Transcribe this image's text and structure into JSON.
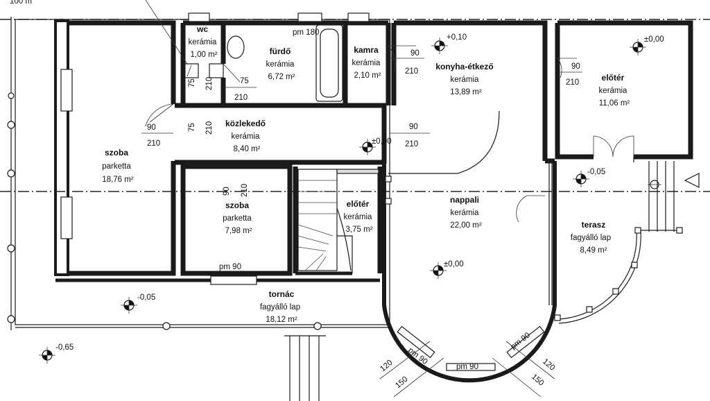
{
  "rooms": [
    {
      "id": "wc",
      "name": "wc",
      "material": "kerámia",
      "area": "1,00 m²"
    },
    {
      "id": "furdo",
      "name": "fürdő",
      "material": "kerámia",
      "area": "6,72 m²"
    },
    {
      "id": "kamra",
      "name": "kamra",
      "material": "kerámia",
      "area": "2,10 m²"
    },
    {
      "id": "konyha",
      "name": "konyha-étkező",
      "material": "kerámia",
      "area": "13,89 m²"
    },
    {
      "id": "eloter-right",
      "name": "előtér",
      "material": "kerámia",
      "area": "11,06 m²"
    },
    {
      "id": "kozlekedo",
      "name": "közlekedő",
      "material": "kerámia",
      "area": "8,40 m²"
    },
    {
      "id": "szoba-left",
      "name": "szoba",
      "material": "parketta",
      "area": "18,76 m²"
    },
    {
      "id": "szoba-mid",
      "name": "szoba",
      "material": "parketta",
      "area": "7,98 m²"
    },
    {
      "id": "eloter-mid",
      "name": "előtér",
      "material": "kerámia",
      "area": "3,75 m²"
    },
    {
      "id": "nappali",
      "name": "nappali",
      "material": "kerámia",
      "area": "22,00 m²"
    },
    {
      "id": "terasz",
      "name": "terasz",
      "material": "fagyálló lap",
      "area": "8,49 m²"
    },
    {
      "id": "tornac",
      "name": "tornác",
      "material": "fagyálló lap",
      "area": "18,12 m²"
    }
  ],
  "levels": [
    {
      "id": "konyha",
      "value": "+0,10"
    },
    {
      "id": "eloter-right",
      "value": "±0,00"
    },
    {
      "id": "kozlekedo",
      "value": "±0,00"
    },
    {
      "id": "terasz",
      "value": "-0,05"
    },
    {
      "id": "nappali",
      "value": "±0,00"
    },
    {
      "id": "tornac",
      "value": "-0,05"
    },
    {
      "id": "outside",
      "value": "-0,65"
    }
  ],
  "dimensions": {
    "pm180": "pm 180",
    "d90_kamra": "90",
    "d210_kamra": "210",
    "d90_eloter": "90",
    "d210_eloter": "210",
    "d75_wc": "75",
    "d210_wc": "210",
    "d75_furdo": "75",
    "d210_furdo": "210",
    "d90_szoba": "90",
    "d210_szoba": "210",
    "d75_kozl": "75",
    "d210_kozl": "210",
    "d90_nappali": "90",
    "d210_nappali": "210",
    "d90_szoba2": "90",
    "d210_szoba2": "210",
    "pm90_szoba": "pm 90",
    "pm90_bay_left": "pm 90",
    "pm90_bay_mid": "pm 90",
    "pm90_bay_right": "pm 90",
    "d120_left": "120",
    "d150_left": "150",
    "d120_right": "120",
    "d150_right": "150"
  },
  "top_left_partial": "100 m"
}
